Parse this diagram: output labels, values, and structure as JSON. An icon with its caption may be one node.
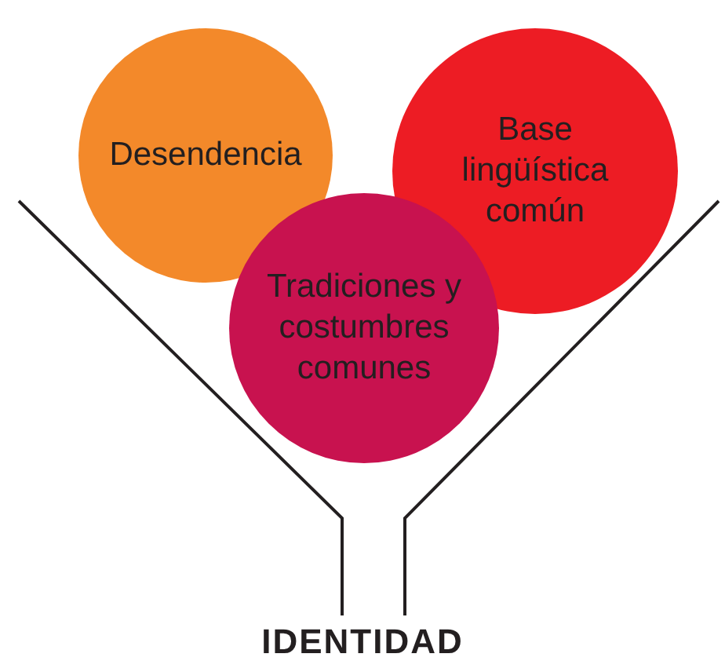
{
  "diagram": {
    "nodes": [
      {
        "text": [
          "Desendencia"
        ]
      },
      {
        "text": [
          "Base lingüística común"
        ]
      },
      {
        "text": [
          "Tradiciones y costumbres comunes"
        ]
      }
    ],
    "labels": [
      "IDENTIDAD"
    ]
  }
}
